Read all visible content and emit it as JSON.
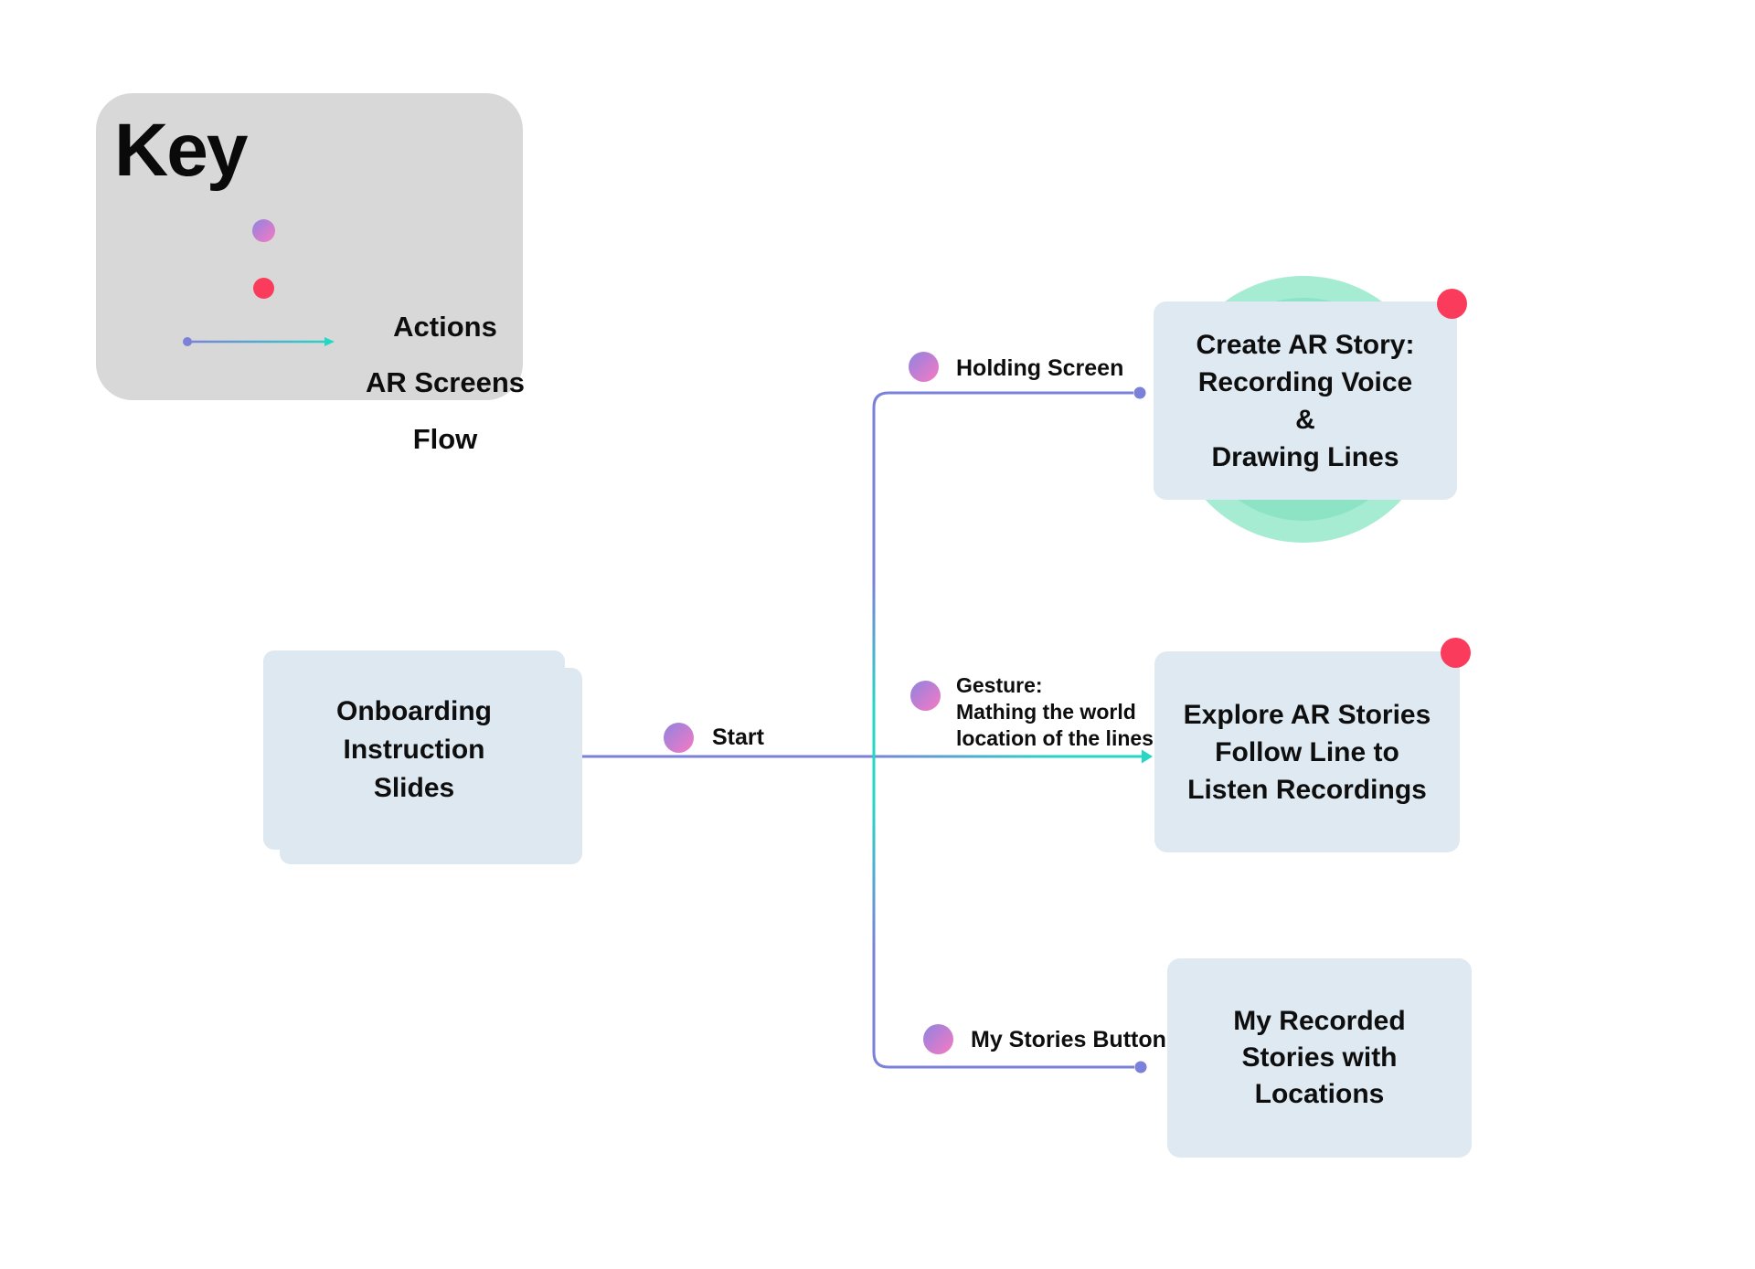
{
  "key": {
    "title": "Key",
    "actions_label": "Actions",
    "ar_screens_label": "AR Screens",
    "flow_label": "Flow"
  },
  "nodes": {
    "onboarding": {
      "lines": [
        "Onboarding",
        "Instruction",
        "Slides"
      ]
    },
    "create_ar_story": {
      "lines": [
        "Create AR Story:",
        "Recording Voice",
        "&",
        "Drawing Lines"
      ]
    },
    "explore_ar_stories": {
      "lines": [
        "Explore AR Stories",
        "Follow Line to",
        "Listen Recordings"
      ]
    },
    "my_recorded_stories": {
      "lines": [
        "My Recorded",
        "Stories with",
        "Locations"
      ]
    }
  },
  "actions": {
    "start": "Start",
    "holding_screen": "Holding Screen",
    "gesture": {
      "lines": [
        "Gesture:",
        "Mathing the world",
        "location of the lines"
      ]
    },
    "my_stories_button": "My Stories Button"
  },
  "colors": {
    "action_dot_gradient_start": "#9a82de",
    "action_dot_gradient_end": "#ee7ac6",
    "ar_screen_dot": "#fa3b5c",
    "flow_blue": "#7b80d8",
    "flow_teal": "#24d8c5",
    "node_fill": "#dee9f2",
    "key_panel_fill": "#d8d8d8",
    "highlight_outer": "#a6ecd2",
    "highlight_inner": "#8de4c5"
  }
}
